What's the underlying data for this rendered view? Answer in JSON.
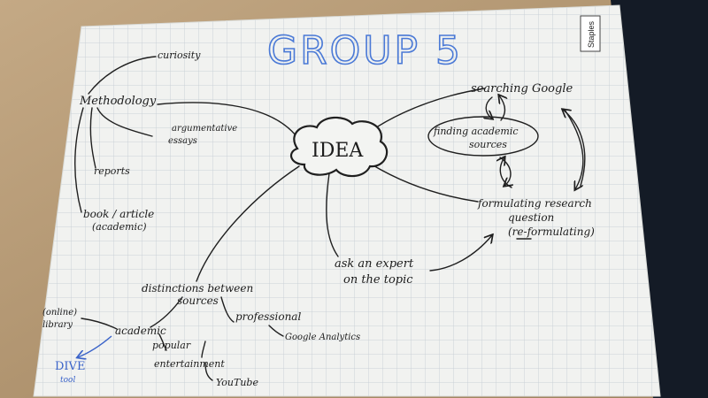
{
  "poster": {
    "title": "GROUP 5",
    "corner_tag": "Staples",
    "center": "IDEA",
    "labels": {
      "curiosity": "curiosity",
      "methodology": "Methodology",
      "argumentative_1": "argumentative",
      "argumentative_2": "essays",
      "reports": "reports",
      "book_1": "book / article",
      "book_2": "(academic)",
      "searching": "searching Google",
      "finding_1": "finding academic",
      "finding_2": "sources",
      "formulating_1": "formulating research",
      "formulating_2": "question",
      "formulating_3": "(re-formulating)",
      "expert_1": "ask an expert",
      "expert_2": "on the topic",
      "distinctions_1": "distinctions between",
      "distinctions_2": "sources",
      "online_1": "(online)",
      "online_2": "library",
      "academic": "academic",
      "professional": "professional",
      "google_analytics": "Google Analytics",
      "popular": "popular",
      "entertainment": "entertainment",
      "youtube": "YouTube",
      "dive": "DIVE",
      "tool": "tool"
    }
  },
  "colors": {
    "desk": "#b59a74",
    "paper": "#f1f2f0",
    "grid": "#c3cbd3",
    "ink": "#1c1c1c",
    "blue_ink": "#3a63c9",
    "dark_background": "#141b26"
  }
}
